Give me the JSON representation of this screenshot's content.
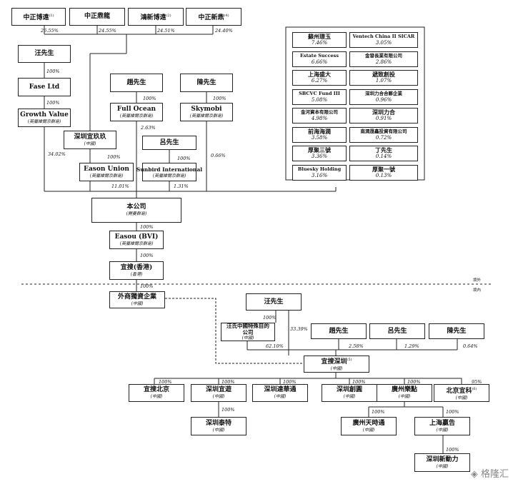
{
  "top_holders": [
    {
      "name": "中正博遠",
      "note": "(1)",
      "pct": "26.55%"
    },
    {
      "name": "中正鼎龍",
      "note": "",
      "pct": "24.55%"
    },
    {
      "name": "鴻新博遠",
      "note": "(2)",
      "pct": "24.51%"
    },
    {
      "name": "中正新鼎",
      "note": "(4)",
      "pct": "24.40%"
    }
  ],
  "wang": {
    "name": "汪先生",
    "pct": "100%"
  },
  "fase": {
    "name": "Fase Ltd",
    "pct": "100%"
  },
  "growth": {
    "name": "Growth Value",
    "sub": "(英屬維爾京群島)",
    "pct": "34.02%"
  },
  "zhao": {
    "name": "趙先生",
    "pct": "100%"
  },
  "chen": {
    "name": "陳先生",
    "pct": "100%"
  },
  "full_ocean": {
    "name": "Full Ocean",
    "sub": "(英屬維爾京群島)",
    "pct": "2.63%"
  },
  "skymobi": {
    "name": "Skymobi",
    "sub": "(英屬維爾京群島)",
    "pct": "0.66%"
  },
  "sz_yisou": {
    "name": "深圳宜玖玖",
    "sub": "(中國)",
    "pct": "100%"
  },
  "eason_union": {
    "name": "Eason Union",
    "sub": "(英屬維爾京群島)",
    "pct": "11.01%"
  },
  "lu": {
    "name": "呂先生",
    "pct": "100%"
  },
  "sunbird": {
    "name": "Sunbird International",
    "sub": "(英屬維爾京群島)",
    "pct": "1.31%"
  },
  "investors": [
    {
      "name": "蘇州璟玉",
      "pct": "7.46%"
    },
    {
      "name": "Ventech China II SICAR",
      "pct": "3.05%"
    },
    {
      "name": "Estate Success",
      "pct": "6.66%"
    },
    {
      "name": "金發長業有限公司",
      "pct": "2.86%"
    },
    {
      "name": "上海盛大",
      "pct": "6.27%"
    },
    {
      "name": "遞致創投",
      "pct": "1.07%"
    },
    {
      "name": "SBCVC Fund III",
      "pct": "5.08%"
    },
    {
      "name": "深圳力合合夥企業",
      "pct": "0.96%"
    },
    {
      "name": "金河資本有限公司",
      "pct": "4.98%"
    },
    {
      "name": "深圳力合",
      "pct": "0.91%"
    },
    {
      "name": "前海海潤",
      "pct": "3.58%"
    },
    {
      "name": "南潤晟鑫投資有限公司",
      "pct": "0.72%"
    },
    {
      "name": "厚聚三號",
      "pct": "3.36%"
    },
    {
      "name": "丁先生",
      "pct": "0.14%"
    },
    {
      "name": "Bluesky Holding",
      "pct": "3.16%"
    },
    {
      "name": "厚聚一號",
      "pct": "0.13%"
    }
  ],
  "company": {
    "name": "本公司",
    "sub": "(開曼群島)",
    "pct": "100%"
  },
  "easou_bvi": {
    "name": "Easou (BVI)",
    "sub": "(英屬維爾京群島)",
    "pct": "100%"
  },
  "yisou_hk": {
    "name": "宜搜(香港)",
    "sub": "(香港)",
    "pct": "100%"
  },
  "offshore": "境外",
  "onshore": "境內",
  "wfoe": {
    "name": "外商獨資企業",
    "sub": "(中國)"
  },
  "wang2": {
    "name": "汪先生",
    "pct_spv": "100%",
    "pct_direct": "33.39%"
  },
  "spv": {
    "name": "汪氏中國特殊目的公司",
    "sub": "(中國)",
    "pct": "62.10%"
  },
  "zhao2": {
    "name": "趙先生",
    "pct": "2.58%"
  },
  "lu2": {
    "name": "呂先生",
    "pct": "1.29%"
  },
  "chen2": {
    "name": "陳先生",
    "pct": "0.64%"
  },
  "yisou_sz": {
    "name": "宜搜深圳",
    "note": "(5)",
    "sub": "(中國)"
  },
  "subs": [
    {
      "name": "宜搜北京",
      "sub": "(中國)",
      "pct": "100%"
    },
    {
      "name": "深圳宜遊",
      "sub": "(中國)",
      "pct": "100%"
    },
    {
      "name": "深圳達華通",
      "sub": "(中國)",
      "pct": "100%"
    },
    {
      "name": "深圳創圓",
      "sub": "(中國)",
      "pct": "100%"
    },
    {
      "name": "廣州樂點",
      "sub": "(中國)",
      "pct": "100%"
    },
    {
      "name": "北京宜科",
      "note": "(6)",
      "sub": "(中國)",
      "pct": "95%"
    }
  ],
  "sz_taite": {
    "name": "深圳泰特",
    "sub": "(中國)",
    "pct": "100%"
  },
  "gz_tianshi": {
    "name": "廣州天時通",
    "sub": "(中國)",
    "pct": "100%"
  },
  "sh_yinggao": {
    "name": "上海贏告",
    "sub": "(中國)",
    "pct": "100%"
  },
  "sz_xindongli": {
    "name": "深圳新動力",
    "sub": "(中國)",
    "pct": "100%"
  },
  "watermark": "格隆汇"
}
